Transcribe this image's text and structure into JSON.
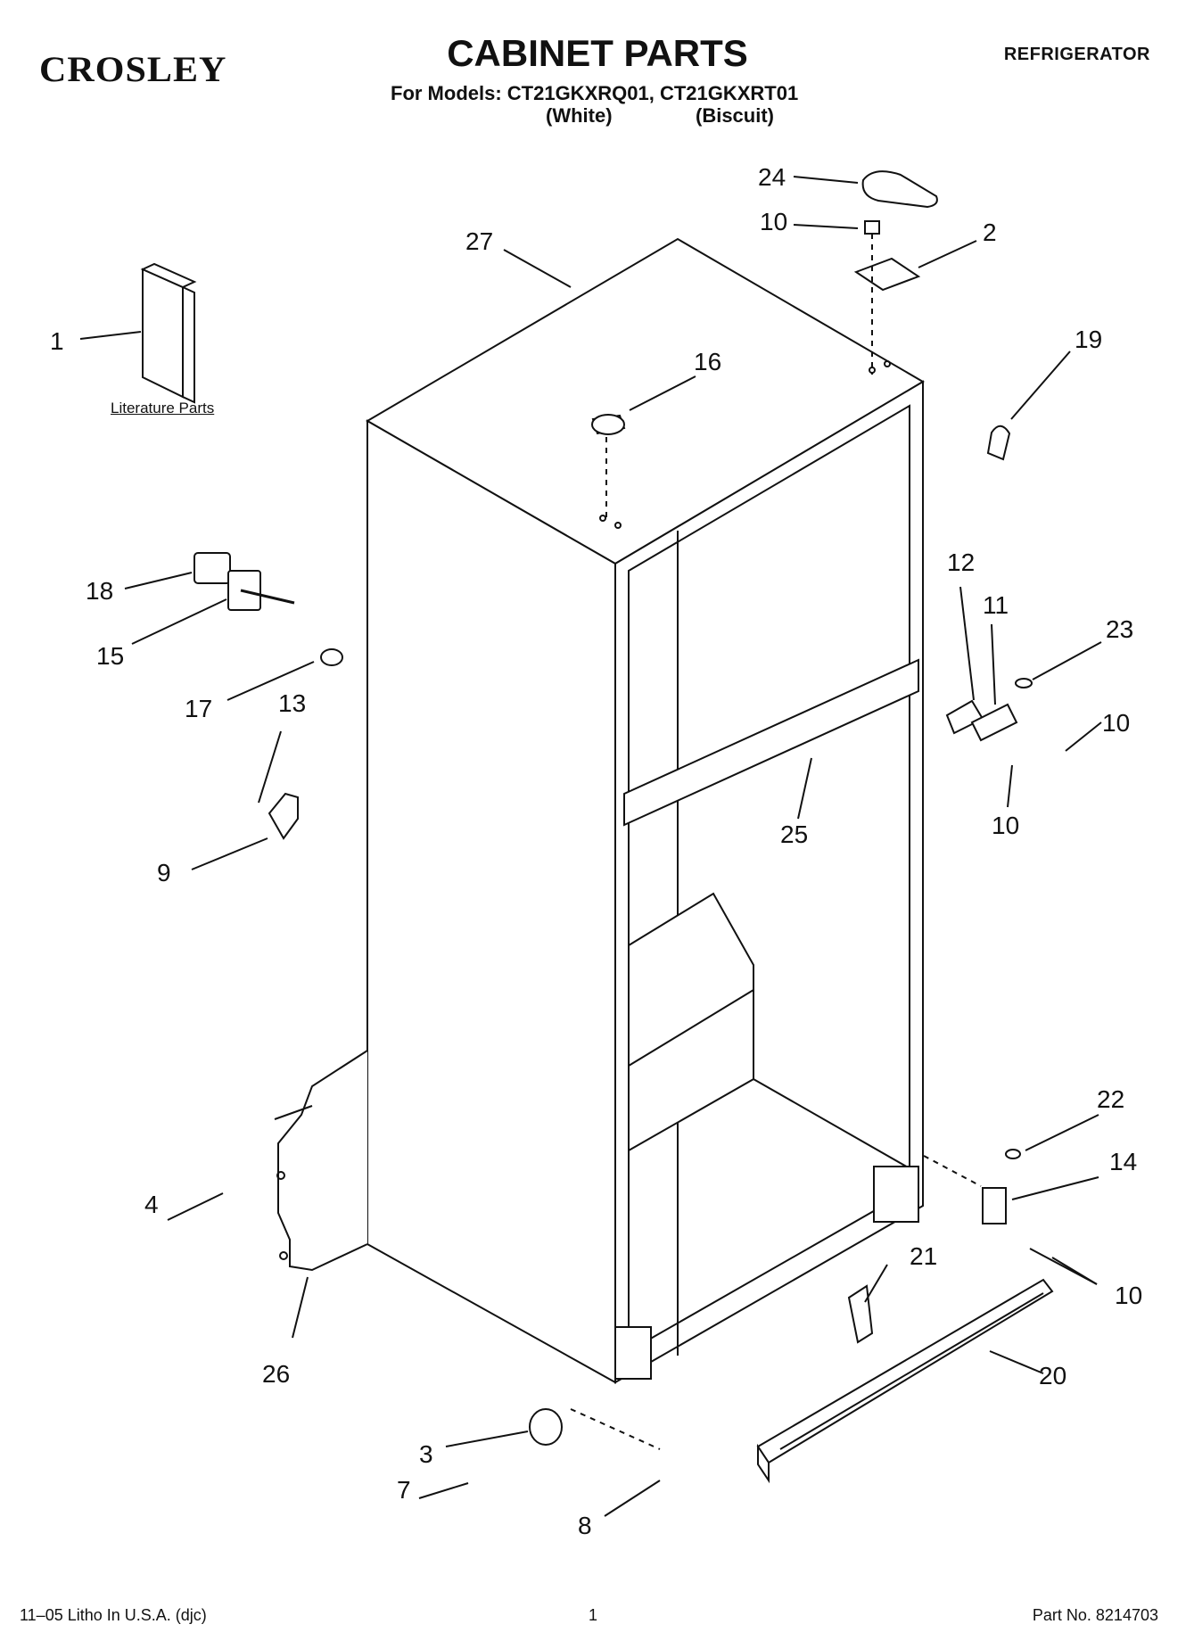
{
  "header": {
    "brand": "CROSLEY",
    "title": "CABINET PARTS",
    "category": "REFRIGERATOR",
    "models_line": "For Models: CT21GKXRQ01, CT21GKXRT01",
    "variant_white": "(White)",
    "variant_biscuit": "(Biscuit)"
  },
  "literature_label": "Literature Parts",
  "callouts": {
    "c1": "1",
    "c2": "2",
    "c3": "3",
    "c4": "4",
    "c7": "7",
    "c8": "8",
    "c9": "9",
    "c10a": "10",
    "c10b": "10",
    "c10c": "10",
    "c10d": "10",
    "c11": "11",
    "c12": "12",
    "c13": "13",
    "c14": "14",
    "c15": "15",
    "c16": "16",
    "c17": "17",
    "c18": "18",
    "c19": "19",
    "c20": "20",
    "c21": "21",
    "c22": "22",
    "c23": "23",
    "c24": "24",
    "c25": "25",
    "c26": "26",
    "c27": "27"
  },
  "footer": {
    "left": "11–05 Litho In U.S.A. (djc)",
    "page": "1",
    "right": "Part No. 8214703"
  }
}
